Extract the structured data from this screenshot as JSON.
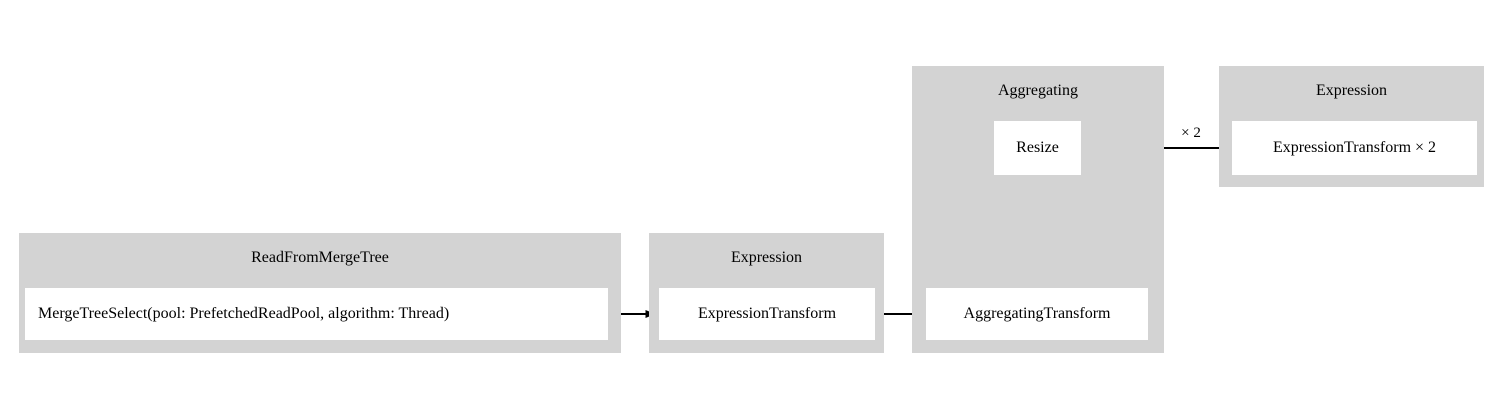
{
  "diagram": {
    "type": "pipeline-graph",
    "title": "",
    "background_color": "#ffffff",
    "cluster_color": "#d3d3d3",
    "node_color": "#ffffff",
    "edge_color": "#000000",
    "clusters": [
      {
        "id": "read-from-merge-tree",
        "label": "ReadFromMergeTree",
        "nodes": [
          {
            "id": "merge-tree-select",
            "label": "MergeTreeSelect(pool: PrefetchedReadPool, algorithm: Thread)"
          }
        ]
      },
      {
        "id": "expression-1",
        "label": "Expression",
        "nodes": [
          {
            "id": "expression-transform-1",
            "label": "ExpressionTransform"
          }
        ]
      },
      {
        "id": "aggregating",
        "label": "Aggregating",
        "nodes": [
          {
            "id": "resize",
            "label": "Resize"
          },
          {
            "id": "aggregating-transform",
            "label": "AggregatingTransform"
          }
        ]
      },
      {
        "id": "expression-2",
        "label": "Expression",
        "nodes": [
          {
            "id": "expression-transform-2",
            "label": "ExpressionTransform × 2"
          }
        ]
      }
    ],
    "edges": [
      {
        "id": "edge-select-to-expr1",
        "from": "merge-tree-select",
        "to": "expression-transform-1",
        "label": ""
      },
      {
        "id": "edge-expr1-to-agg",
        "from": "expression-transform-1",
        "to": "aggregating-transform",
        "label": ""
      },
      {
        "id": "edge-agg-to-resize",
        "from": "aggregating-transform",
        "to": "resize",
        "label": ""
      },
      {
        "id": "edge-resize-to-expr2",
        "from": "resize",
        "to": "expression-transform-2",
        "label": "× 2"
      }
    ]
  }
}
